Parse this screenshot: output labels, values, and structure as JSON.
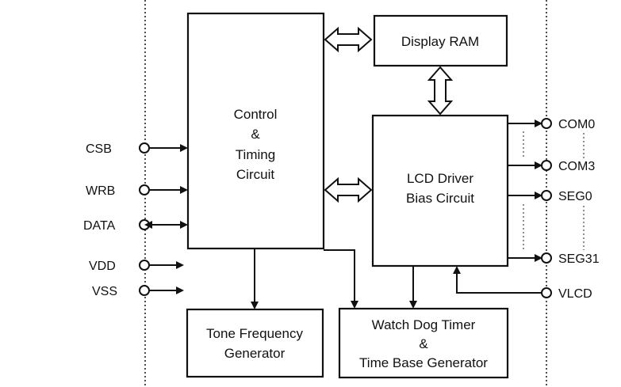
{
  "blocks": {
    "control": {
      "lines": [
        "Control",
        "&",
        "Timing",
        "Circuit"
      ]
    },
    "display_ram": {
      "lines": [
        "Display RAM"
      ]
    },
    "lcd_driver": {
      "lines": [
        "LCD Driver",
        "Bias Circuit"
      ]
    },
    "tone": {
      "lines": [
        "Tone Frequency",
        "Generator"
      ]
    },
    "watchdog": {
      "lines": [
        "Watch Dog Timer",
        "&",
        "Time Base Generator"
      ]
    }
  },
  "pins_left": {
    "csb": "CSB",
    "wrb": "WRB",
    "data": "DATA",
    "vdd": "VDD",
    "vss": "VSS"
  },
  "pins_right": {
    "com0": "COM0",
    "com3": "COM3",
    "seg0": "SEG0",
    "seg31": "SEG31",
    "vlcd": "VLCD"
  }
}
